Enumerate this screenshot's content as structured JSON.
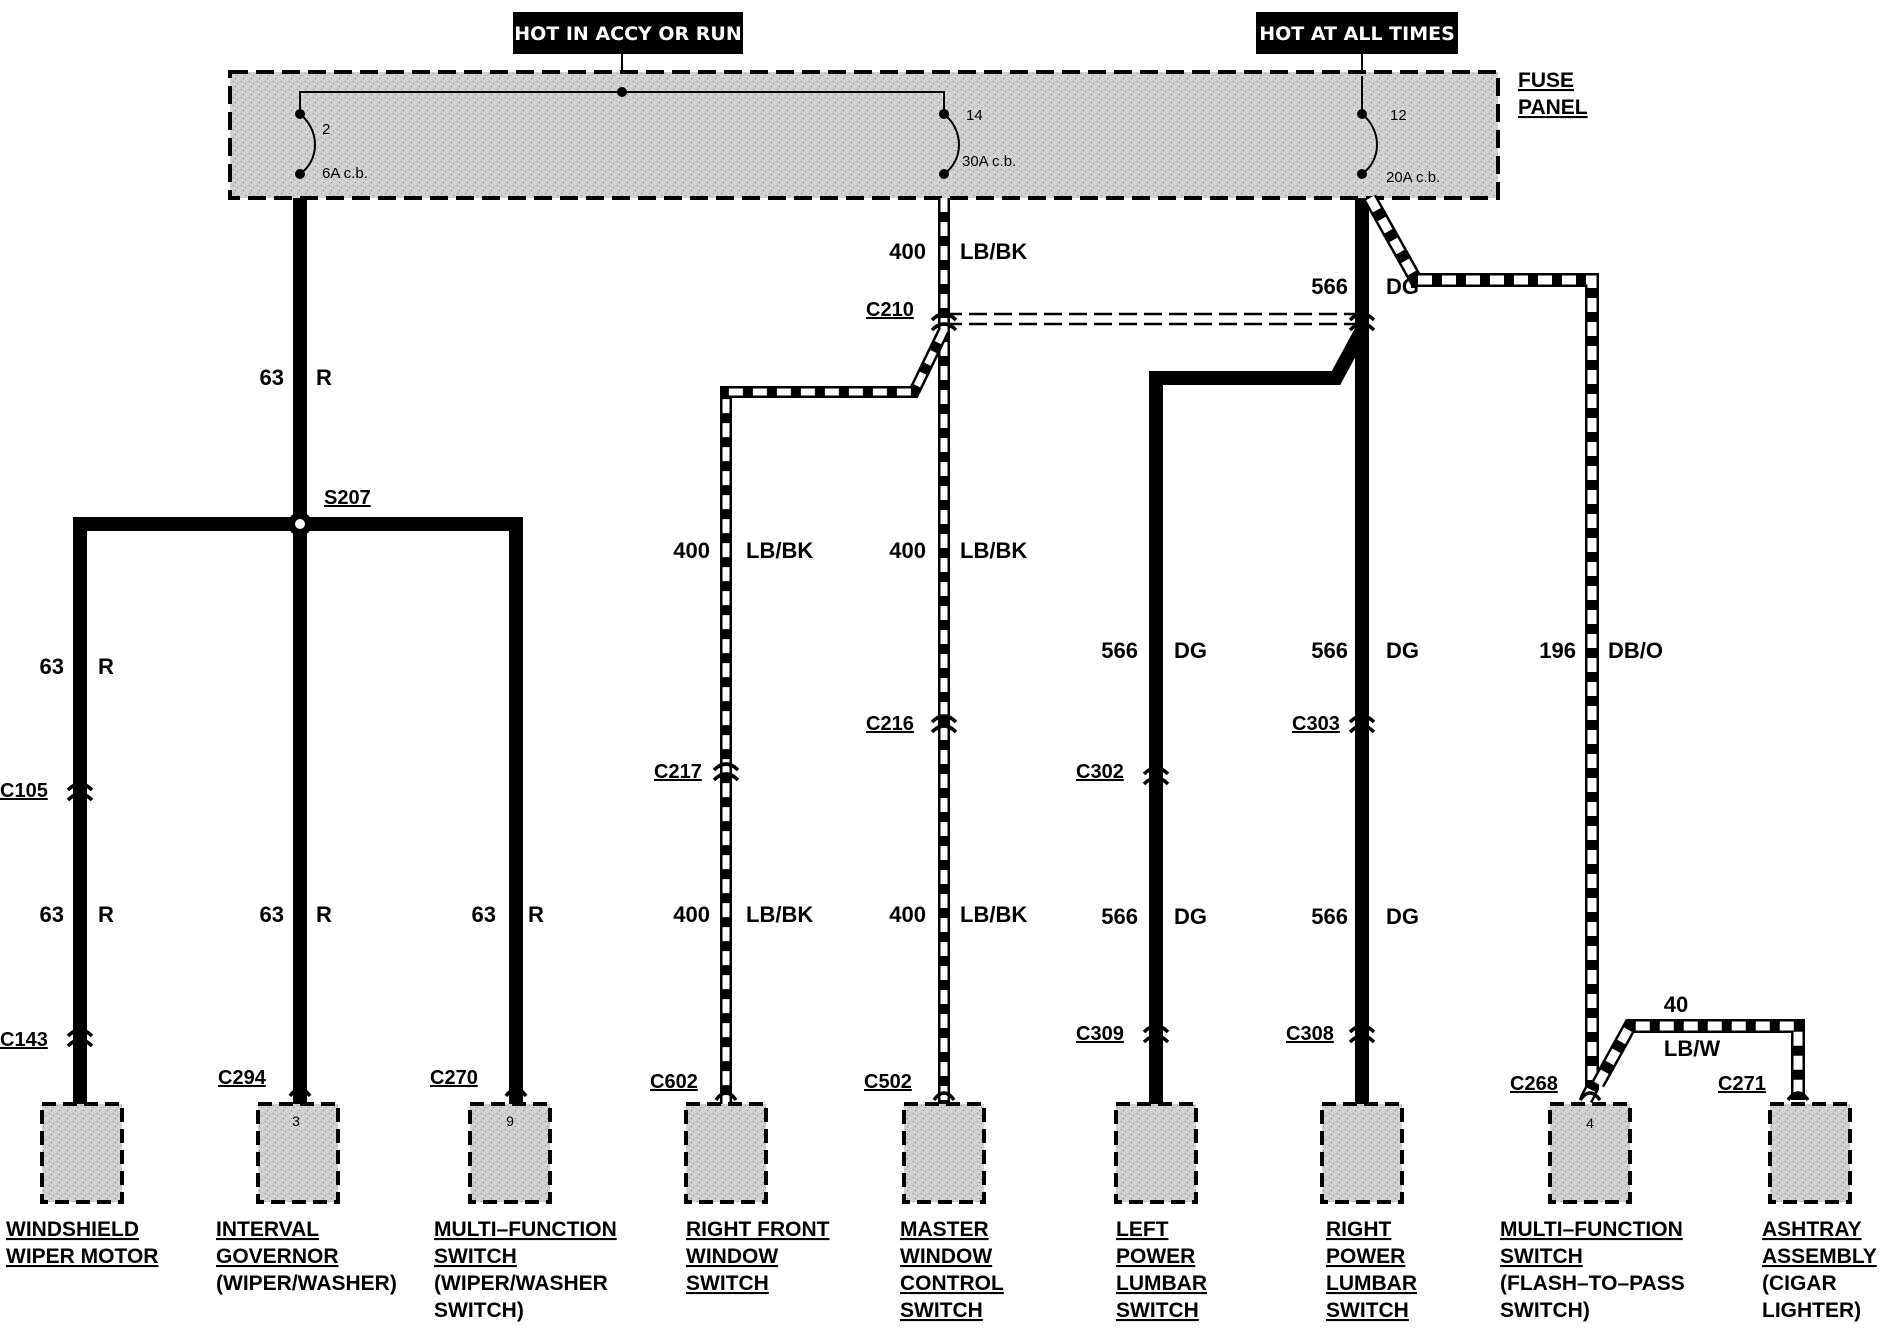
{
  "banners": {
    "accy_run": "HOT IN ACCY OR RUN",
    "all_times": "HOT AT ALL TIMES"
  },
  "fuse_panel": {
    "label_line1": "FUSE",
    "label_line2": "PANEL",
    "fuses": [
      {
        "number": "2",
        "rating": "6A c.b."
      },
      {
        "number": "14",
        "rating": "30A c.b."
      },
      {
        "number": "12",
        "rating": "20A c.b."
      }
    ]
  },
  "splice": "S207",
  "connectors": {
    "c210": "C210",
    "c105": "C105",
    "c143": "C143",
    "c294": "C294",
    "c270": "C270",
    "c217": "C217",
    "c602": "C602",
    "c216": "C216",
    "c502": "C502",
    "c302": "C302",
    "c309": "C309",
    "c303": "C303",
    "c308": "C308",
    "c268": "C268",
    "c271": "C271"
  },
  "wires": {
    "w63": {
      "circuit": "63",
      "color": "R"
    },
    "w400": {
      "circuit": "400",
      "color": "LB/BK"
    },
    "w566": {
      "circuit": "566",
      "color": "DG"
    },
    "w196": {
      "circuit": "196",
      "color": "DB/O"
    },
    "w40": {
      "circuit": "40",
      "color": "LB/W"
    }
  },
  "pins": {
    "interval_governor": "3",
    "mf_switch_wiper": "9",
    "mf_switch_flash": "4"
  },
  "components": [
    {
      "lines": [
        "WINDSHIELD",
        "WIPER MOTOR"
      ],
      "sub": []
    },
    {
      "lines": [
        "INTERVAL",
        "GOVERNOR"
      ],
      "sub": [
        "(WIPER/WASHER)"
      ]
    },
    {
      "lines": [
        "MULTI–FUNCTION",
        "SWITCH"
      ],
      "sub": [
        "(WIPER/WASHER",
        "SWITCH)"
      ]
    },
    {
      "lines": [
        "RIGHT FRONT",
        "WINDOW",
        "SWITCH"
      ],
      "sub": []
    },
    {
      "lines": [
        "MASTER",
        "WINDOW",
        "CONTROL",
        "SWITCH"
      ],
      "sub": []
    },
    {
      "lines": [
        "LEFT",
        "POWER",
        "LUMBAR",
        "SWITCH"
      ],
      "sub": []
    },
    {
      "lines": [
        "RIGHT",
        "POWER",
        "LUMBAR",
        "SWITCH"
      ],
      "sub": []
    },
    {
      "lines": [
        "MULTI–FUNCTION",
        "SWITCH"
      ],
      "sub": [
        "(FLASH–TO–PASS",
        "SWITCH)"
      ]
    },
    {
      "lines": [
        "ASHTRAY",
        "ASSEMBLY"
      ],
      "sub": [
        "(CIGAR",
        "LIGHTER)"
      ]
    }
  ],
  "colors": {
    "wire": "#000000",
    "panel_fill": "#d4d4d4",
    "banner_bg": "#000000",
    "striped_bg": "#ffffff"
  }
}
